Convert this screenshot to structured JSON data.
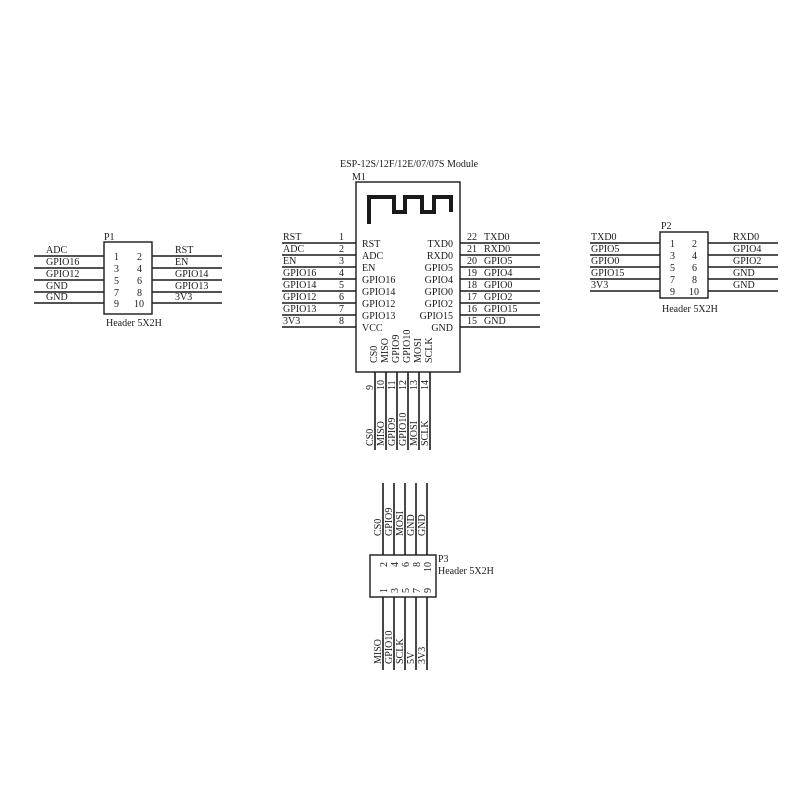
{
  "module": {
    "title": "ESP-12S/12F/12E/07/07S Module",
    "ref": "M1",
    "left_pins": [
      {
        "net": "RST",
        "num": "1",
        "name": "RST"
      },
      {
        "net": "ADC",
        "num": "2",
        "name": "ADC"
      },
      {
        "net": "EN",
        "num": "3",
        "name": "EN"
      },
      {
        "net": "GPIO16",
        "num": "4",
        "name": "GPIO16"
      },
      {
        "net": "GPIO14",
        "num": "5",
        "name": "GPIO14"
      },
      {
        "net": "GPIO12",
        "num": "6",
        "name": "GPIO12"
      },
      {
        "net": "GPIO13",
        "num": "7",
        "name": "GPIO13"
      },
      {
        "net": "3V3",
        "num": "8",
        "name": "VCC"
      }
    ],
    "right_pins": [
      {
        "num": "22",
        "net": "TXD0",
        "name": "TXD0"
      },
      {
        "num": "21",
        "net": "RXD0",
        "name": "RXD0"
      },
      {
        "num": "20",
        "net": "GPIO5",
        "name": "GPIO5"
      },
      {
        "num": "19",
        "net": "GPIO4",
        "name": "GPIO4"
      },
      {
        "num": "18",
        "net": "GPIO0",
        "name": "GPIO0"
      },
      {
        "num": "17",
        "net": "GPIO2",
        "name": "GPIO2"
      },
      {
        "num": "16",
        "net": "GPIO15",
        "name": "GPIO15"
      },
      {
        "num": "15",
        "net": "GND",
        "name": "GND"
      }
    ],
    "bottom_pins": [
      {
        "num": "9",
        "net": "CS0",
        "name": "CS0"
      },
      {
        "num": "10",
        "net": "MISO",
        "name": "MISO"
      },
      {
        "num": "11",
        "net": "GPIO9",
        "name": "GPIO9"
      },
      {
        "num": "12",
        "net": "GPIO10",
        "name": "GPIO10"
      },
      {
        "num": "13",
        "net": "MOSI",
        "name": "MOSI"
      },
      {
        "num": "14",
        "net": "SCLK",
        "name": "SCLK"
      }
    ]
  },
  "p1": {
    "ref": "P1",
    "footprint": "Header 5X2H",
    "rows": [
      {
        "lnet": "ADC",
        "lnum": "1",
        "rnum": "2",
        "rnet": "RST"
      },
      {
        "lnet": "GPIO16",
        "lnum": "3",
        "rnum": "4",
        "rnet": "EN"
      },
      {
        "lnet": "GPIO12",
        "lnum": "5",
        "rnum": "6",
        "rnet": "GPIO14"
      },
      {
        "lnet": "GND",
        "lnum": "7",
        "rnum": "8",
        "rnet": "GPIO13"
      },
      {
        "lnet": "GND",
        "lnum": "9",
        "rnum": "10",
        "rnet": "3V3"
      }
    ]
  },
  "p2": {
    "ref": "P2",
    "footprint": "Header 5X2H",
    "rows": [
      {
        "lnet": "TXD0",
        "lnum": "1",
        "rnum": "2",
        "rnet": "RXD0"
      },
      {
        "lnet": "GPIO5",
        "lnum": "3",
        "rnum": "4",
        "rnet": "GPIO4"
      },
      {
        "lnet": "GPIO0",
        "lnum": "5",
        "rnum": "6",
        "rnet": "GPIO2"
      },
      {
        "lnet": "GPIO15",
        "lnum": "7",
        "rnum": "8",
        "rnet": "GND"
      },
      {
        "lnet": "3V3",
        "lnum": "9",
        "rnum": "10",
        "rnet": "GND"
      }
    ]
  },
  "p3": {
    "ref": "P3",
    "footprint": "Header 5X2H",
    "top": [
      {
        "num": "2",
        "net": "CS0"
      },
      {
        "num": "4",
        "net": "GPIO9"
      },
      {
        "num": "6",
        "net": "MOSI"
      },
      {
        "num": "8",
        "net": "GND"
      },
      {
        "num": "10",
        "net": "GND"
      }
    ],
    "bottom": [
      {
        "num": "1",
        "net": "MISO"
      },
      {
        "num": "3",
        "net": "GPIO10"
      },
      {
        "num": "5",
        "net": "SCLK"
      },
      {
        "num": "7",
        "net": "5V"
      },
      {
        "num": "9",
        "net": "3V3"
      }
    ]
  }
}
